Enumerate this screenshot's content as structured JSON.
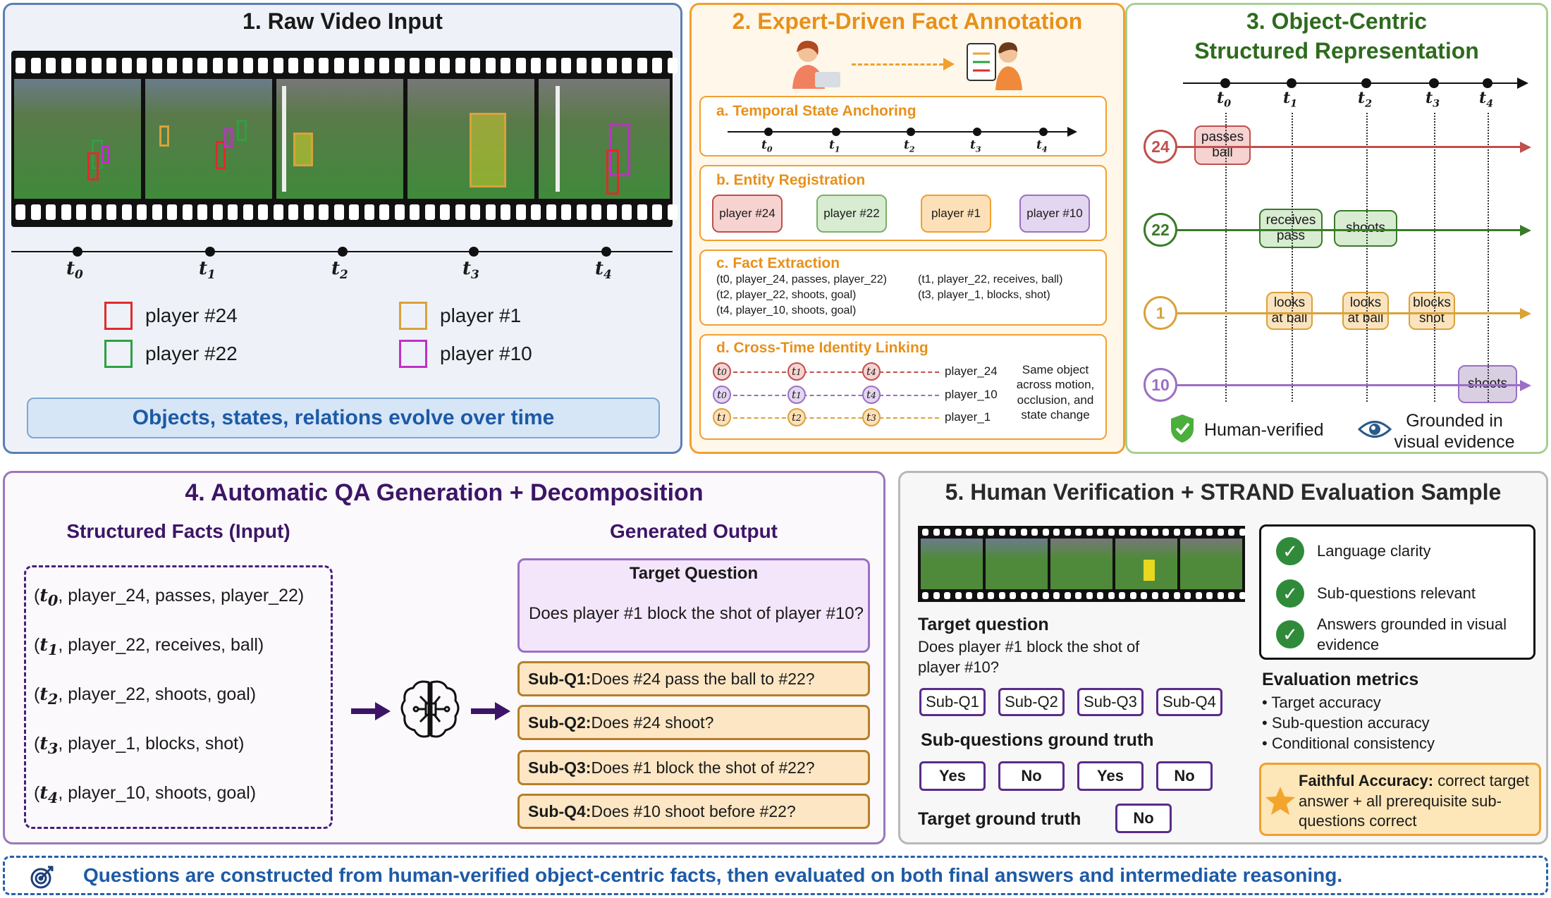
{
  "panel1": {
    "title": "1. Raw Video Input",
    "ticks": [
      "t0",
      "t1",
      "t2",
      "t3",
      "t4"
    ],
    "legend": [
      {
        "label": "player #24",
        "color": "#e02b2b"
      },
      {
        "label": "player #22",
        "color": "#2ea043"
      },
      {
        "label": "player #1",
        "color": "#d9a23a"
      },
      {
        "label": "player #10",
        "color": "#c030c8"
      }
    ],
    "banner": "Objects, states, relations evolve over time"
  },
  "panel2": {
    "title": "2. Expert-Driven Fact Annotation",
    "a_title": "a. Temporal State Anchoring",
    "a_ticks": [
      "t0",
      "t1",
      "t2",
      "t3",
      "t4"
    ],
    "b_title": "b. Entity Registration",
    "entities": [
      "player #24",
      "player #22",
      "player #1",
      "player #10"
    ],
    "c_title": "c. Fact Extraction",
    "facts": [
      "(t0, player_24, passes, player_22)",
      "(t1, player_22, receives, ball)",
      "(t2, player_22, shoots, goal)",
      "(t3, player_1, blocks, shot)",
      "(t4, player_10, shoots, goal)"
    ],
    "d_title": "d. Cross-Time Identity Linking",
    "links": [
      {
        "ticks": [
          "t0",
          "t1",
          "t4"
        ],
        "label": "player_24",
        "color": "#c0504d"
      },
      {
        "ticks": [
          "t0",
          "t1",
          "t4"
        ],
        "label": "player_10",
        "color": "#9b6fc4"
      },
      {
        "ticks": [
          "t1",
          "t2",
          "t3"
        ],
        "label": "player_1",
        "color": "#d9a23a"
      }
    ],
    "d_note": "Same object across motion, occlusion, and state change"
  },
  "panel3": {
    "title_line1": "3. Object-Centric",
    "title_line2": "Structured Representation",
    "ticks": [
      "t0",
      "t1",
      "t2",
      "t3",
      "t4"
    ],
    "lanes": [
      {
        "id": "24",
        "color": "#c0504d",
        "fill": "#f6d3d1"
      },
      {
        "id": "22",
        "color": "#3a7a2a",
        "fill": "#d7ecd0"
      },
      {
        "id": "1",
        "color": "#d9a23a",
        "fill": "#fbe3bd"
      },
      {
        "id": "10",
        "color": "#9b6fc4",
        "fill": "#e3d6f0"
      }
    ],
    "events": {
      "passes_ball": "passes ball",
      "receives_pass": "receives pass",
      "shoots22": "shoots",
      "looks1": "looks at ball",
      "looks2": "looks at ball",
      "blocks": "blocks shot",
      "shoots10": "shoots"
    },
    "verified": "Human-verified",
    "grounded": "Grounded in visual evidence"
  },
  "panel4": {
    "title": "4. Automatic QA Generation + Decomposition",
    "input_title": "Structured Facts (Input)",
    "facts": [
      {
        "t": "t0",
        "rest": ", player_24, passes, player_22)"
      },
      {
        "t": "t1",
        "rest": ", player_22, receives, ball)"
      },
      {
        "t": "t2",
        "rest": ", player_22, shoots, goal)"
      },
      {
        "t": "t3",
        "rest": ", player_1, blocks, shot)"
      },
      {
        "t": "t4",
        "rest": ", player_10, shoots, goal)"
      }
    ],
    "output_title": "Generated Output",
    "target_title": "Target Question",
    "target_q": "Does player #1 block the shot of player #10?",
    "subqs": [
      {
        "label": "Sub-Q1:",
        "text": "Does #24 pass the ball to #22?"
      },
      {
        "label": "Sub-Q2:",
        "text": "Does #24 shoot?"
      },
      {
        "label": "Sub-Q3:",
        "text": "Does #1 block the shot of #22?"
      },
      {
        "label": "Sub-Q4:",
        "text": "Does #10 shoot before #22?"
      }
    ]
  },
  "panel5": {
    "title": "5. Human Verification + STRAND Evaluation Sample",
    "tq_label": "Target question",
    "tq_text": "Does player #1 block the shot of player #10?",
    "subq_pills": [
      "Sub-Q1",
      "Sub-Q2",
      "Sub-Q3",
      "Sub-Q4"
    ],
    "gt_label": "Sub-questions ground truth",
    "gt_values": [
      "Yes",
      "No",
      "Yes",
      "No"
    ],
    "target_gt_label": "Target ground truth",
    "target_gt_value": "No",
    "checks": [
      "Language clarity",
      "Sub-questions relevant",
      "Answers grounded in visual evidence"
    ],
    "metrics_title": "Evaluation metrics",
    "metrics": [
      "Target accuracy",
      "Sub-question accuracy",
      "Conditional consistency"
    ],
    "faithful_label": "Faithful Accuracy:",
    "faithful_text": " correct target answer + all prerequisite sub-questions correct"
  },
  "footer": "Questions are constructed from human-verified object-centric facts, then evaluated on both final answers and intermediate reasoning."
}
